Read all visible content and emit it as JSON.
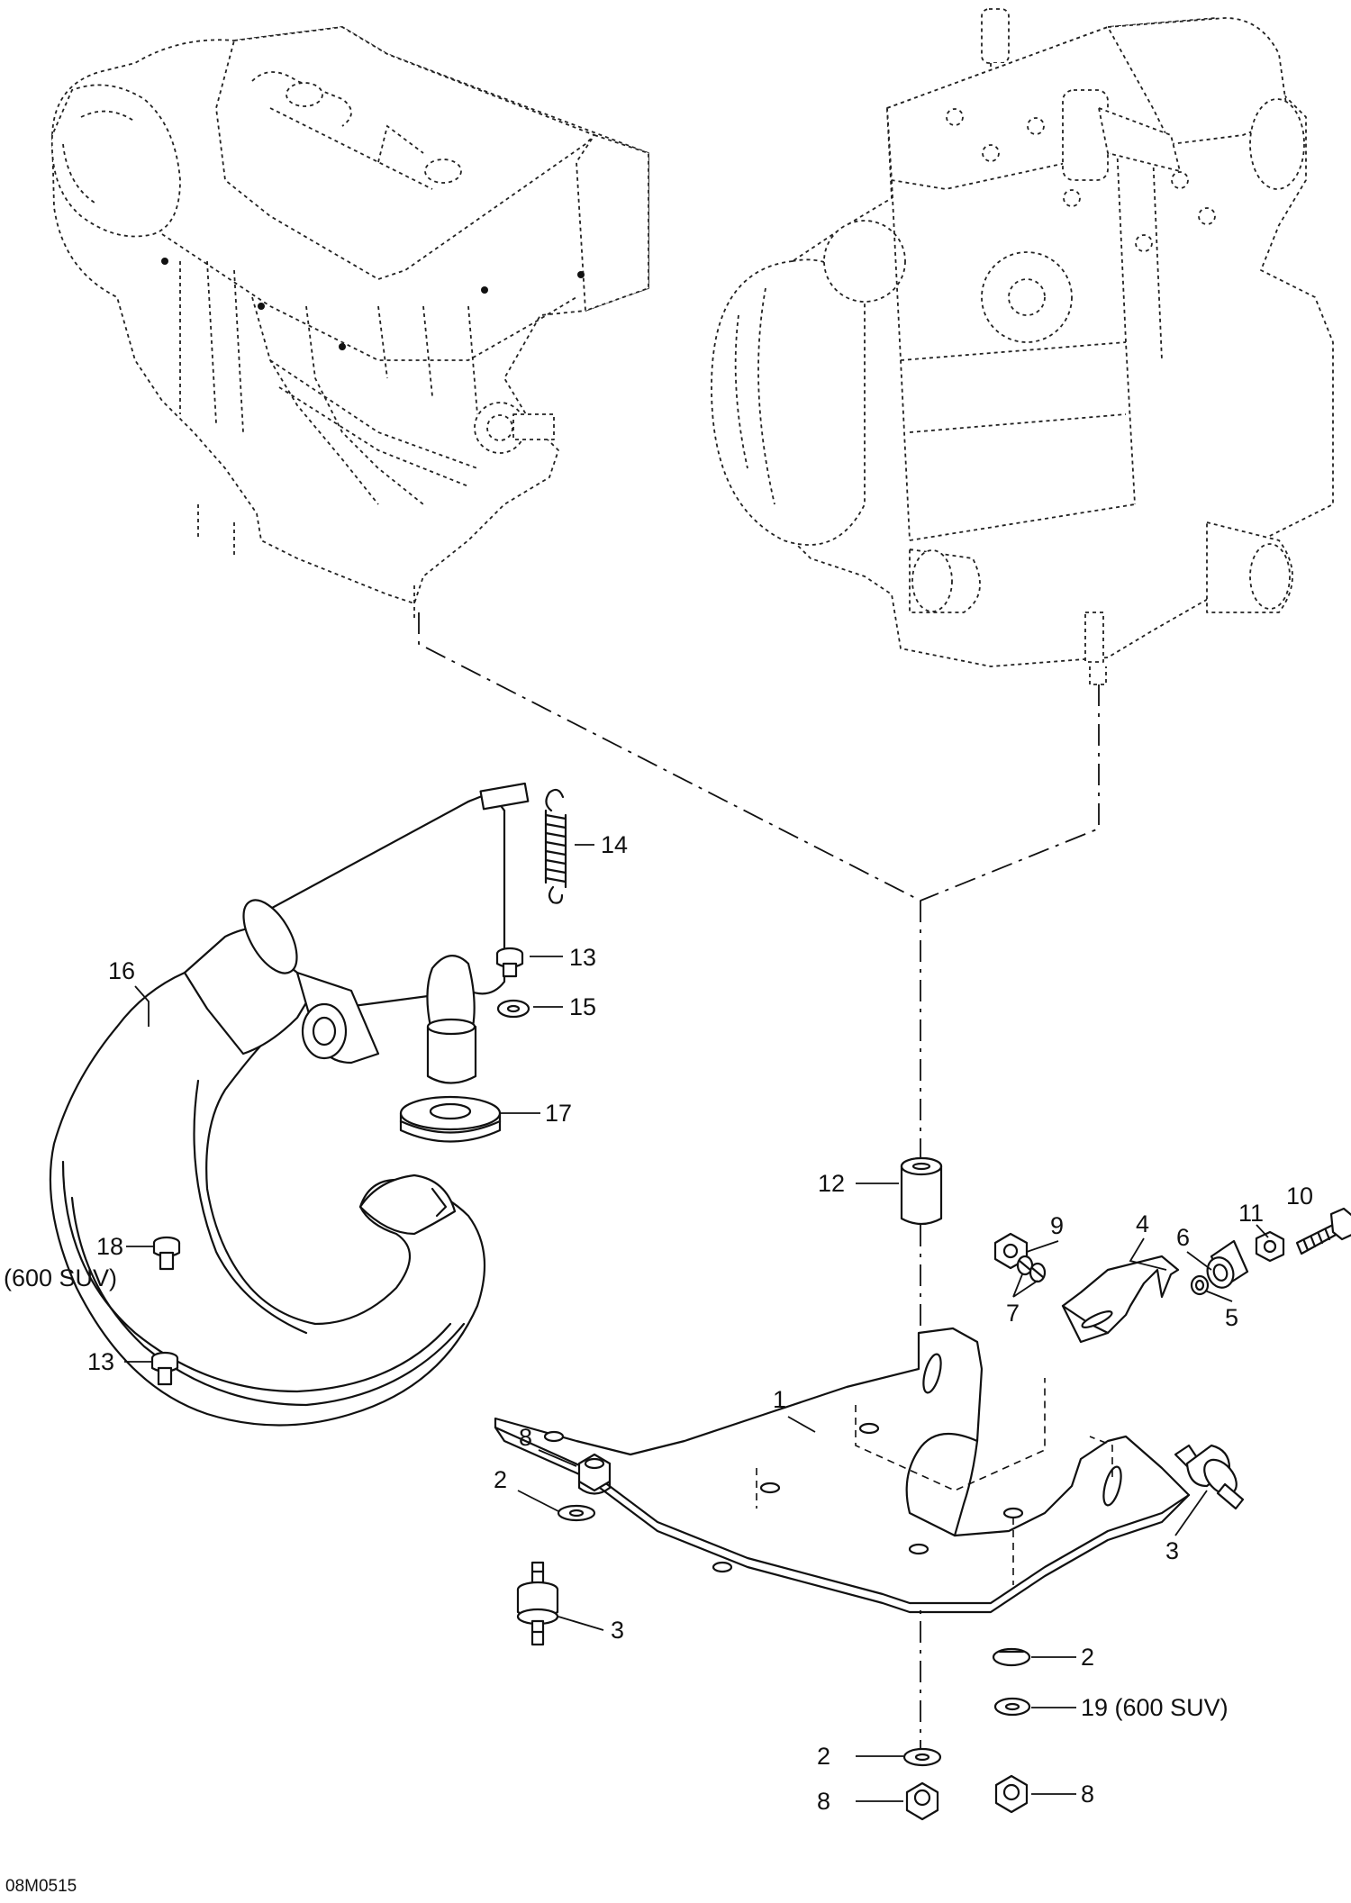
{
  "drawing_code": "08M0515",
  "callouts": [
    {
      "id": "c1",
      "text": "1"
    },
    {
      "id": "c2a",
      "text": "2"
    },
    {
      "id": "c2b",
      "text": "2"
    },
    {
      "id": "c2c",
      "text": "2"
    },
    {
      "id": "c3a",
      "text": "3"
    },
    {
      "id": "c3b",
      "text": "3"
    },
    {
      "id": "c4",
      "text": "4"
    },
    {
      "id": "c5",
      "text": "5"
    },
    {
      "id": "c6",
      "text": "6"
    },
    {
      "id": "c7",
      "text": "7"
    },
    {
      "id": "c8a",
      "text": "8"
    },
    {
      "id": "c8b",
      "text": "8"
    },
    {
      "id": "c8c",
      "text": "8"
    },
    {
      "id": "c9",
      "text": "9"
    },
    {
      "id": "c10",
      "text": "10"
    },
    {
      "id": "c11",
      "text": "11"
    },
    {
      "id": "c12",
      "text": "12"
    },
    {
      "id": "c13a",
      "text": "13"
    },
    {
      "id": "c13b",
      "text": "13"
    },
    {
      "id": "c14",
      "text": "14"
    },
    {
      "id": "c15",
      "text": "15"
    },
    {
      "id": "c16",
      "text": "16"
    },
    {
      "id": "c17",
      "text": "17"
    },
    {
      "id": "c18",
      "text": "18"
    },
    {
      "id": "c18note",
      "text": "(600 SUV)"
    },
    {
      "id": "c19",
      "text": "19 (600 SUV)"
    }
  ]
}
